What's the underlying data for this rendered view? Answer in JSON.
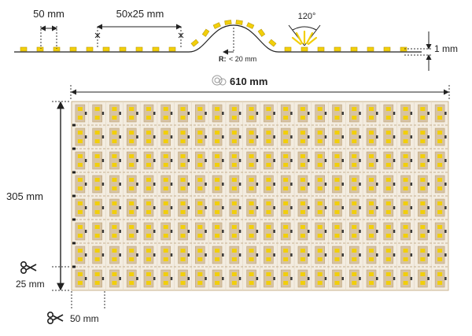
{
  "profile": {
    "led_pitch_label": "50 mm",
    "segment_label": "50x25 mm",
    "radius_label": "R:",
    "radius_value": "< 20 mm",
    "beam_angle_label": "120°",
    "thickness_label": "1 mm"
  },
  "panel": {
    "width_label": "610 mm",
    "height_label": "305 mm",
    "cut_height_label": "25 mm",
    "cut_width_label": "50 mm"
  },
  "colors": {
    "led_yellow": "#f2cf0a",
    "pcb_tan": "#d7c3a2",
    "pcb_line": "#b89c74",
    "chip_dark": "#3a3a3a",
    "dimension_line": "#222222",
    "dash_line": "#333333"
  },
  "icons": [
    "scissors-icon",
    "reel-icon",
    "led-beam-icon"
  ]
}
